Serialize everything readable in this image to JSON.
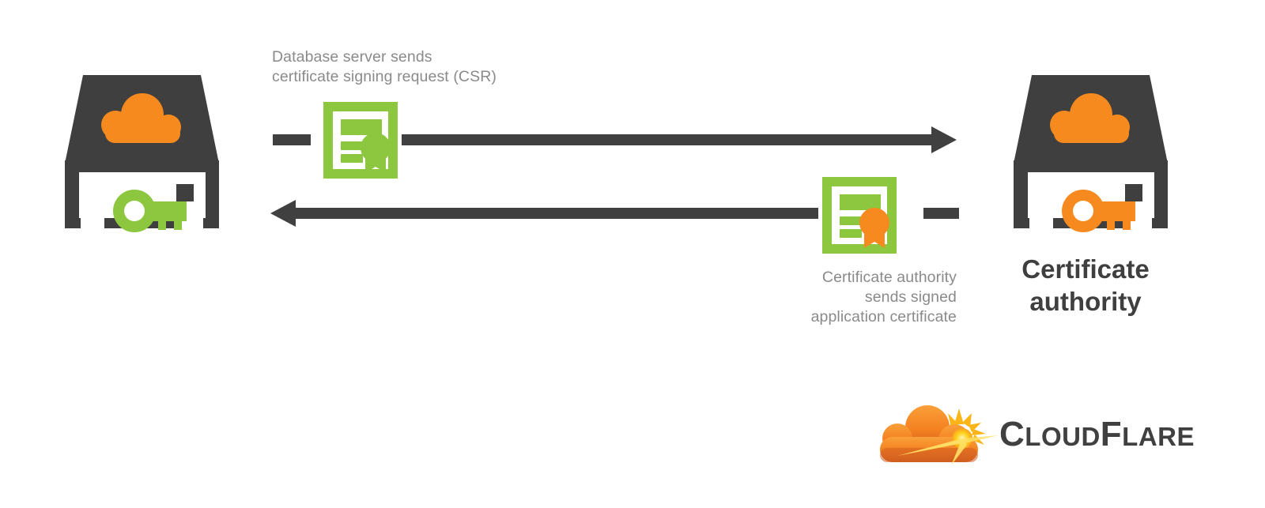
{
  "diagram": {
    "title": "Certificate signing request flow between database server and certificate authority",
    "background_color": "#ffffff",
    "colors": {
      "dark": "#3f3f3f",
      "arrow": "#404040",
      "orange": "#f68a1e",
      "green": "#8dc63f",
      "caption_gray": "#8a8a8a",
      "white": "#ffffff"
    },
    "captions": [
      {
        "id": "csr",
        "text": "Database server sends\ncertificate signing request (CSR)",
        "align": "left"
      },
      {
        "id": "signed",
        "text": "Certificate authority\nsends signed\napplication certificate",
        "align": "right"
      }
    ],
    "nodes": [
      {
        "id": "database-server",
        "label": "",
        "icon": "server-cloud-key-icon",
        "key_color": "#8dc63f",
        "cloud_color": "#f68a1e"
      },
      {
        "id": "certificate-authority",
        "label": "Certificate\nauthority",
        "icon": "server-cloud-key-icon",
        "key_color": "#f68a1e",
        "cloud_color": "#f68a1e"
      }
    ],
    "arrows": [
      {
        "id": "csr-arrow",
        "direction": "right",
        "from": "database-server",
        "to": "certificate-authority",
        "badge": "certificate-icon",
        "badge_seal_color": "#8dc63f"
      },
      {
        "id": "signed-cert-arrow",
        "direction": "left",
        "from": "certificate-authority",
        "to": "database-server",
        "badge": "certificate-icon",
        "badge_seal_color": "#f68a1e"
      }
    ],
    "logo": {
      "name": "cloudflare-logo",
      "word_cloud": "C",
      "word_cloud_rest": "LOUD",
      "word_flare": "F",
      "word_flare_rest": "LARE",
      "full_text": "CLOUDFLARE"
    }
  }
}
